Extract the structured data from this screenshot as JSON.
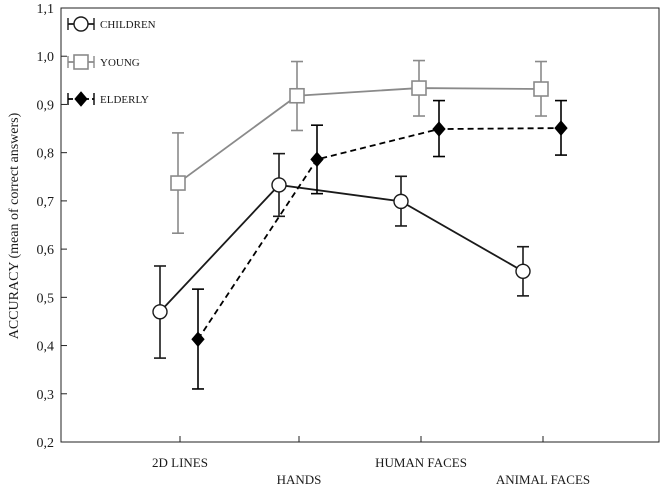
{
  "chart_data": {
    "type": "line",
    "title": "",
    "xlabel": "",
    "ylabel": "ACCURACY (mean of correct answers)",
    "ylim": [
      0.2,
      1.1
    ],
    "yticks": [
      "0,2",
      "0,3",
      "0,4",
      "0,5",
      "0,6",
      "0,7",
      "0,8",
      "0,9",
      "1,0",
      "1,1"
    ],
    "categories": [
      "2D LINES",
      "HANDS",
      "HUMAN FACES",
      "ANIMAL FACES"
    ],
    "grid": false,
    "legend": "top-left",
    "series": [
      {
        "name": "CHILDREN",
        "marker": "circle",
        "line": "solid",
        "color": "#1a1a1a",
        "fill": "#ffffff",
        "values": [
          0.47,
          0.733,
          0.699,
          0.554
        ],
        "err_low": [
          0.374,
          0.668,
          0.648,
          0.503
        ],
        "err_high": [
          0.565,
          0.798,
          0.751,
          0.605
        ]
      },
      {
        "name": "YOUNG",
        "marker": "square",
        "line": "solid",
        "color": "#8a8a8a",
        "fill": "#ffffff",
        "values": [
          0.737,
          0.918,
          0.934,
          0.932
        ],
        "err_low": [
          0.633,
          0.846,
          0.876,
          0.876
        ],
        "err_high": [
          0.841,
          0.989,
          0.991,
          0.989
        ]
      },
      {
        "name": "ELDERLY",
        "marker": "diamond",
        "line": "dashed",
        "color": "#000000",
        "fill": "#000000",
        "values": [
          0.413,
          0.786,
          0.849,
          0.851
        ],
        "err_low": [
          0.31,
          0.715,
          0.792,
          0.795
        ],
        "err_high": [
          0.517,
          0.857,
          0.908,
          0.908
        ]
      }
    ]
  }
}
